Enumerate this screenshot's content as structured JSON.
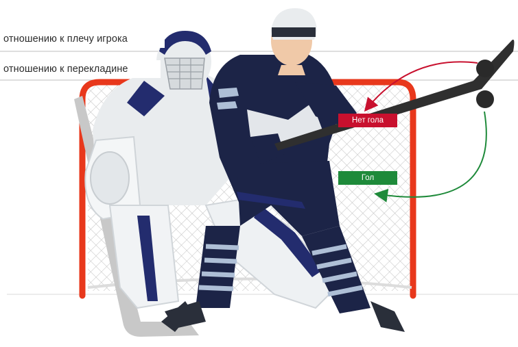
{
  "labels": {
    "shoulder_line": "отношению к плечу игрока",
    "crossbar_line": "отношению к перекладине"
  },
  "badges": {
    "no_goal": "Нет гола",
    "goal": "Гол"
  },
  "colors": {
    "no_goal": "#c8102e",
    "goal": "#1e8a3a",
    "goal_frame": "#e8381c",
    "jersey": "#1c2447",
    "goalie_white": "#e9ecee",
    "goalie_blue": "#232c6e",
    "puck": "#2a2a2a",
    "stick": "#2f2f2f"
  },
  "icons": {
    "upper_puck": "puck-icon",
    "lower_puck": "puck-icon"
  }
}
